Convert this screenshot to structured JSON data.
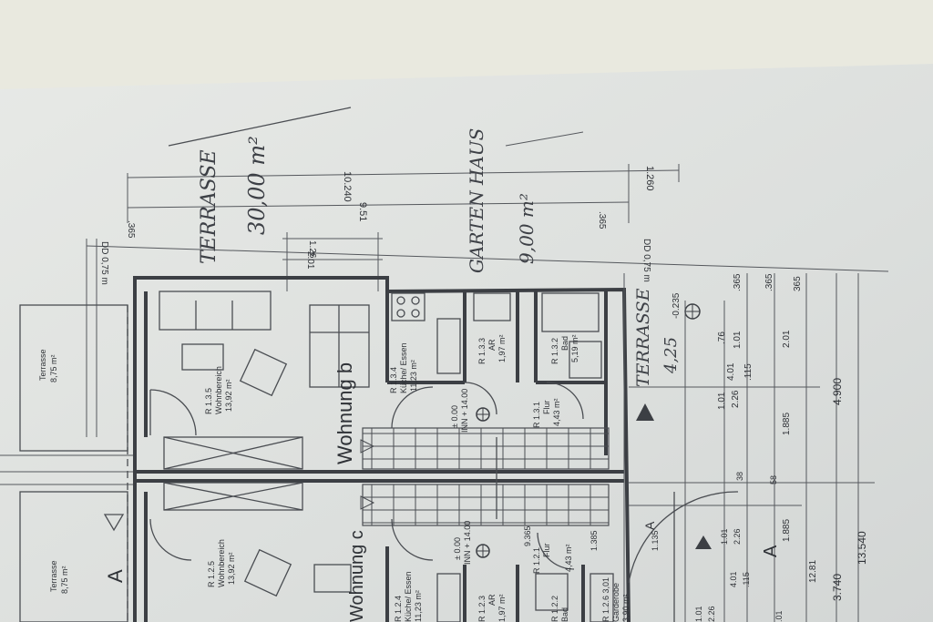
{
  "handwritten": {
    "terrasse_top": "TERRASSE",
    "terrasse_top_area": "30,00 m²",
    "gartenhaus": "GARTEN HAUS",
    "gartenhaus_area": "9,00 m²",
    "terrasse_right": "TERRASSE",
    "terrasse_right_area": "4,25"
  },
  "rooms": {
    "terrasse_left_top": {
      "name": "Terrasse",
      "area": "8,75 m²"
    },
    "terrasse_left_bottom": {
      "name": "Terrasse",
      "area": "8,75 m²"
    },
    "r135": {
      "code": "R 1.3.5",
      "name": "Wohnbereich",
      "area": "13,92 m²"
    },
    "r125": {
      "code": "R 1.2.5",
      "name": "Wohnbereich",
      "area": "13,92 m²"
    },
    "r134": {
      "code": "R 1.3.4",
      "name": "Küche/ Essen",
      "area": "11,23 m²"
    },
    "r133": {
      "code": "R 1.3.3",
      "name": "AR",
      "area": "1,97 m²"
    },
    "r132": {
      "code": "R 1.3.2",
      "name": "Bad",
      "area": "5,19 m²"
    },
    "r131": {
      "code": "R 1.3.1",
      "name": "Flur",
      "area": "4,43 m²"
    },
    "r121": {
      "code": "R 1.2.1",
      "name": "Flur",
      "area": "4,43 m²"
    },
    "r124": {
      "code": "R 1.2.4",
      "name": "Küche/ Essen",
      "area": "11,23 m²"
    },
    "r123": {
      "code": "R 1.2.3",
      "name": "AR",
      "area": "1,97 m²"
    },
    "r122": {
      "code": "R 1.2.2",
      "name": "Bad",
      "area": ""
    },
    "r126": {
      "code": "R 1.2.6 3,01",
      "name": "Garderobe",
      "area": "3,90 m²"
    }
  },
  "labels": {
    "wohnung_b": "Wohnung b",
    "wohnung_c": "Wohnung c",
    "elev_b": "± 0.00",
    "ffb_b": "INN + 14.00",
    "elev_c": "± 0.00",
    "ffb_c": "INN + 14.00",
    "section_a1": "A",
    "section_a2": "A",
    "section_a3": "A"
  },
  "dimensions": {
    "top_chain": [
      "10.240",
      "9.51",
      ".365",
      ".365",
      "1.260",
      "2.01",
      "1.26"
    ],
    "dd_left": "DD 0,75 m",
    "dd_right": "DD 0,75 m",
    "right_chain": [
      "4.01",
      ".115",
      "2.01",
      "1.01",
      "2.26",
      ".76",
      "1.01",
      "1.885",
      "1.885",
      "12.81",
      "-0.235",
      ".365",
      ".365",
      "365"
    ],
    "totals": [
      "4.900",
      "3.740",
      "13.540"
    ],
    "misc": [
      "1.385",
      "1.135",
      "1.01",
      "2.26",
      "4.01",
      ".115",
      "38",
      "58",
      "1.01",
      "2.26",
      ".01",
      "9.365"
    ]
  }
}
